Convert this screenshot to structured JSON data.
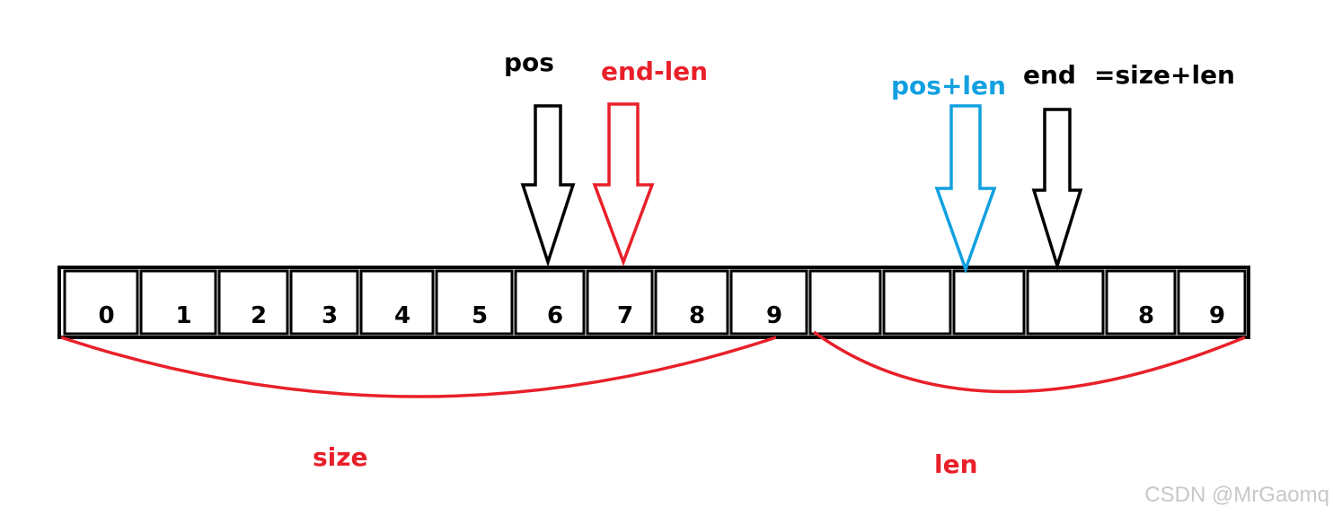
{
  "colors": {
    "black": "#000000",
    "red": "#e8202a",
    "blue": "#12a0e0",
    "watermark": "#c8c8c8"
  },
  "cells": [
    "0",
    "1",
    "2",
    "3",
    "4",
    "5",
    "6",
    "7",
    "8",
    "9",
    "",
    "",
    "",
    "",
    "8",
    "9"
  ],
  "arrows": [
    {
      "name": "pos-arrow",
      "color": "black"
    },
    {
      "name": "end-len-arrow",
      "color": "red"
    },
    {
      "name": "pos-plus-len-arrow",
      "color": "blue"
    },
    {
      "name": "end-arrow",
      "color": "black"
    }
  ],
  "labels": {
    "pos": "pos",
    "end_len": "end-len",
    "pos_plus_len": "pos+len",
    "end": "end",
    "size_plus_len": "=size+len",
    "size": "size",
    "len": "len"
  },
  "watermark": "CSDN @MrGaomq"
}
